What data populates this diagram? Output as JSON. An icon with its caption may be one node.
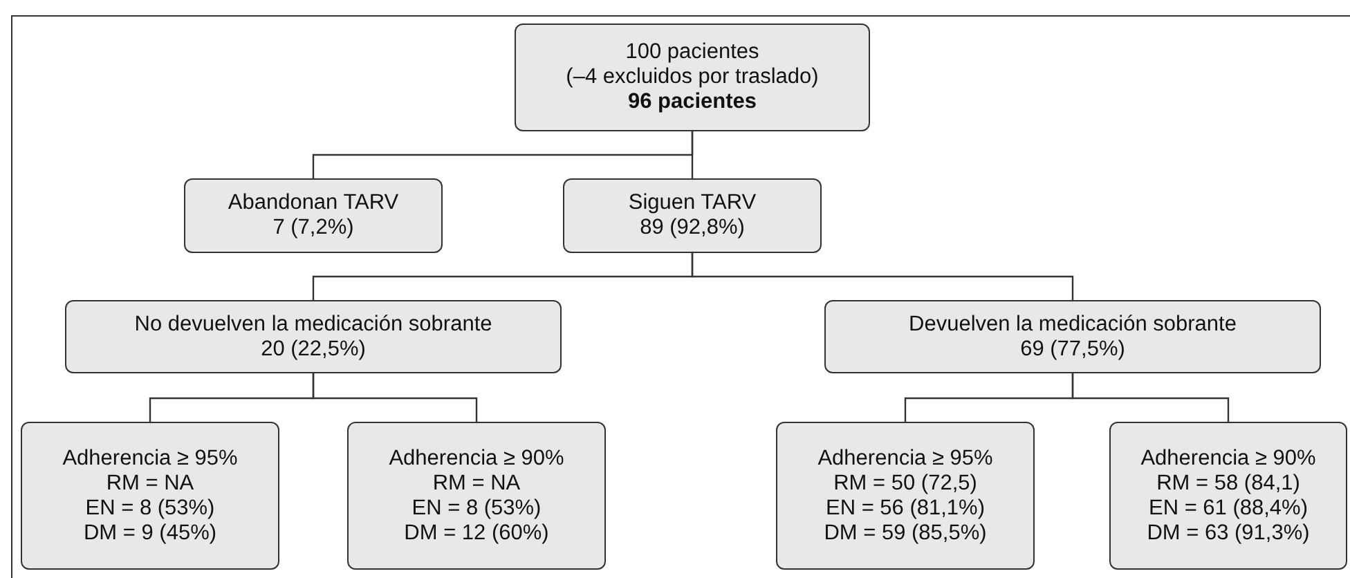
{
  "diagram": {
    "nodes": [
      {
        "text": [
          "100 pacientes",
          "(–4 excluidos por traslado)",
          "96 pacientes"
        ]
      },
      {
        "text": [
          "Abandonan TARV",
          "7 (7,2%)"
        ]
      },
      {
        "text": [
          "Siguen TARV",
          "89 (92,8%)"
        ]
      },
      {
        "text": [
          "No devuelven la medicación sobrante",
          "20 (22,5%)"
        ]
      },
      {
        "text": [
          "Devuelven la medicación sobrante",
          "69 (77,5%)"
        ]
      },
      {
        "text": [
          "Adherencia ≥ 95%",
          "RM = NA",
          "EN = 8 (53%)",
          "DM = 9 (45%)"
        ]
      },
      {
        "text": [
          "Adherencia ≥ 90%",
          "RM = NA",
          "EN = 8 (53%)",
          "DM = 12 (60%)"
        ]
      },
      {
        "text": [
          "Adherencia ≥ 95%",
          "RM = 50 (72,5)",
          "EN = 56 (81,1%)",
          "DM = 59 (85,5%)"
        ]
      },
      {
        "text": [
          "Adherencia ≥ 90%",
          "RM = 58 (84,1)",
          "EN = 61 (88,4%)",
          "DM = 63 (91,3%)"
        ]
      }
    ],
    "edges": [
      {
        "from": 0,
        "to": 1,
        "arrow": "none"
      },
      {
        "from": 0,
        "to": 2,
        "arrow": "none"
      },
      {
        "from": 2,
        "to": 3,
        "arrow": "none"
      },
      {
        "from": 2,
        "to": 4,
        "arrow": "none"
      },
      {
        "from": 3,
        "to": 5,
        "arrow": "none"
      },
      {
        "from": 3,
        "to": 6,
        "arrow": "none"
      },
      {
        "from": 4,
        "to": 7,
        "arrow": "none"
      },
      {
        "from": 4,
        "to": 8,
        "arrow": "none"
      }
    ]
  }
}
